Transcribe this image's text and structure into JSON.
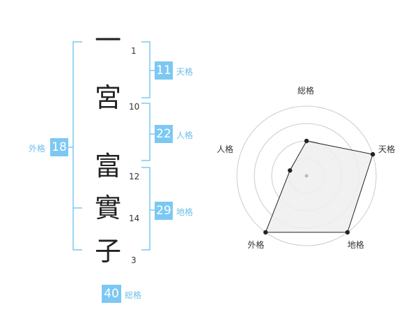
{
  "name": {
    "chars": [
      {
        "char": "一",
        "strokes": "1"
      },
      {
        "char": "宮",
        "strokes": "10"
      },
      {
        "char": "富",
        "strokes": "12"
      },
      {
        "char": "實",
        "strokes": "14"
      },
      {
        "char": "子",
        "strokes": "3"
      }
    ]
  },
  "kakusu": {
    "tenkaku": {
      "value": "11",
      "label": "天格"
    },
    "jinkaku": {
      "value": "22",
      "label": "人格"
    },
    "chikaku": {
      "value": "29",
      "label": "地格"
    },
    "gaikaku": {
      "value": "18",
      "label": "外格"
    },
    "soukaku": {
      "value": "40",
      "label": "総格"
    }
  },
  "chart_data": {
    "type": "radar",
    "axes": [
      "総格",
      "天格",
      "地格",
      "外格",
      "人格"
    ],
    "values": [
      2,
      4,
      4,
      4,
      1
    ],
    "max": 4,
    "rings": 4,
    "colors": {
      "fill": "#eeeeee",
      "line": "#222222",
      "grid": "#cccccc",
      "accent": "#7cc8f2"
    }
  }
}
